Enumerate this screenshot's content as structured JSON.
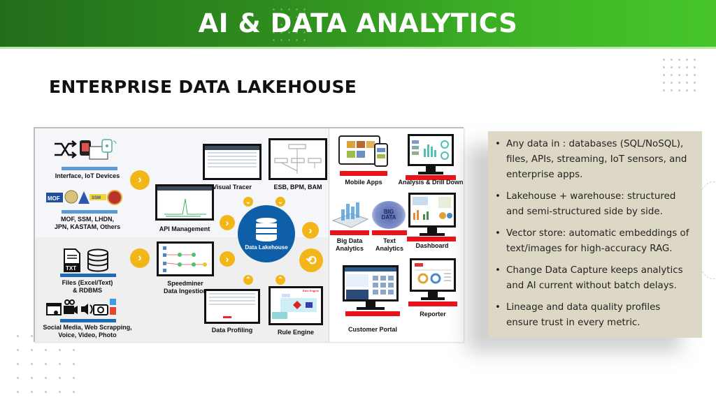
{
  "header": {
    "title": "AI & DATA ANALYTICS",
    "banner_gradient": [
      "#236e1b",
      "#46c52a"
    ]
  },
  "section": {
    "title": "ENTERPRISE DATA LAKEHOUSE"
  },
  "diagram": {
    "sources": [
      {
        "label_lines": [
          "Interface, IoT Devices"
        ],
        "icon": "iot-devices-icon"
      },
      {
        "label_lines": [
          "MOF, SSM, LHDN,",
          "JPN, KASTAM, Others"
        ],
        "icon": "agency-logos-icon",
        "logo_text": [
          "MOF",
          "SSM"
        ]
      },
      {
        "label_lines": [
          "Files (Excel/Text)",
          "& RDBMS"
        ],
        "icon": "file-database-icon",
        "file_tag": "TXT"
      },
      {
        "label_lines": [
          "Social Media, Web Scrapping,",
          "Voice, Video, Photo"
        ],
        "icon": "media-icons"
      }
    ],
    "processing": {
      "api_management": "API Management",
      "visual_tracer": "Visual Tracer",
      "esb": "ESB, BPM, BAM",
      "speedminer": [
        "Speedminer",
        "Data Ingestion"
      ],
      "data_profiling": "Data Profiling",
      "rule_engine": "Rule Engine",
      "rule_engine_screen_title": "Rule Engine"
    },
    "core": {
      "label": "Data Lakehouse",
      "color": "#0e5ea8"
    },
    "outputs": {
      "mobile_apps": "Mobile Apps",
      "analysis": "Analysis & Drill Down",
      "big_data": [
        "Big Data",
        "Analytics"
      ],
      "text_analytics": [
        "Text",
        "Analytics"
      ],
      "text_cloud_word": "BIG DATA",
      "dashboard": "Dashboard",
      "customer_portal": "Customer Portal",
      "reporter": "Reporter"
    },
    "accent_colors": {
      "arrow": "#f2b619",
      "output_bar": "#e8141a",
      "source_bar": "#5b9bd5"
    }
  },
  "bullets": [
    "Any data in : databases (SQL/NoSQL), files, APIs, streaming, IoT sensors, and enterprise apps.",
    "Lakehouse + warehouse: structured and semi-structured side by side.",
    "Vector store: automatic embeddings of text/images for high-accuracy RAG.",
    "Change Data Capture keeps analytics and AI current without batch delays.",
    "Lineage and data quality profiles ensure trust in every metric."
  ]
}
